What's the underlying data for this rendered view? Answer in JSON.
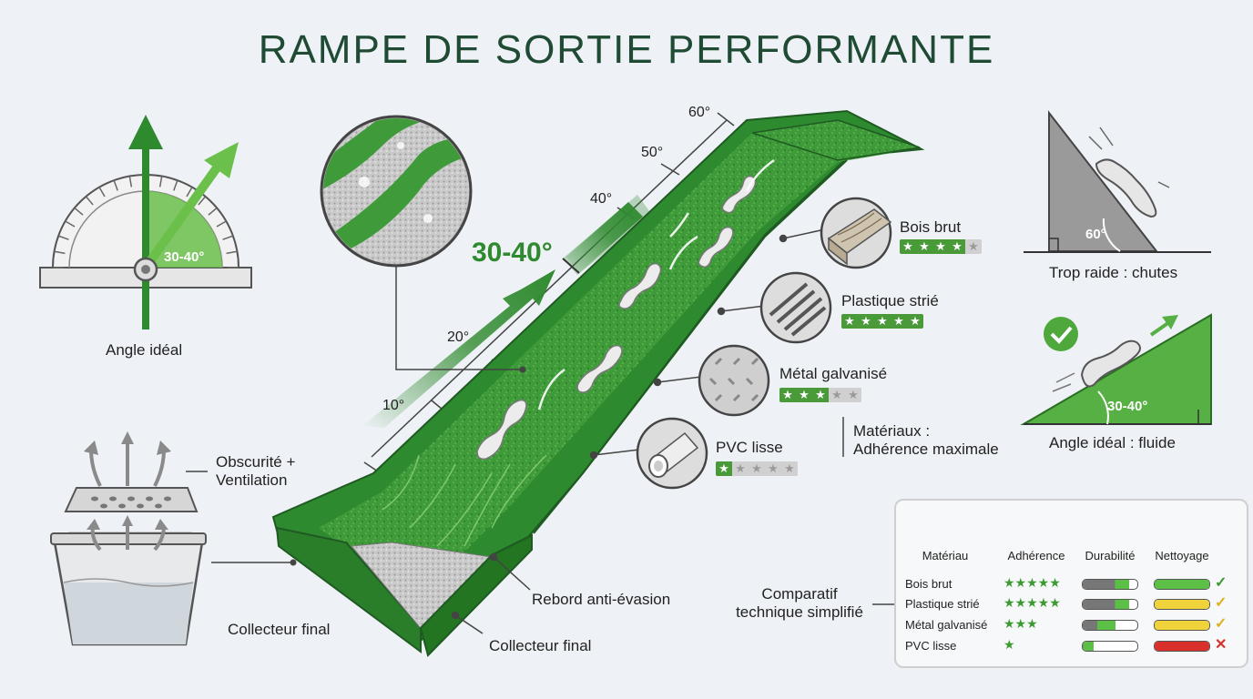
{
  "title": "RAMPE DE SORTIE PERFORMANTE",
  "colors": {
    "green": "#2f8a2f",
    "light_green": "#6bc04b",
    "dark_green": "#1f4a33",
    "gray": "#8a8a8a"
  },
  "protractor": {
    "value_label": "30-40°",
    "caption": "Angle idéal"
  },
  "ramp": {
    "main_angle": "30-40°",
    "scale_ticks": [
      "10°",
      "20°",
      "40°",
      "50°",
      "60°"
    ],
    "labels": {
      "ventilation": "Obscurité +\nVentilation",
      "collector_left": "Collecteur final",
      "rebord": "Rebord anti-évasion",
      "collector_bottom": "Collecteur final"
    }
  },
  "materials": {
    "items": [
      {
        "name": "Bois brut",
        "rating": 4,
        "icon": "wood-icon"
      },
      {
        "name": "Plastique strié",
        "rating": 5,
        "icon": "ribbed-plastic-icon"
      },
      {
        "name": "Métal galvanisé",
        "rating": 3,
        "icon": "diamond-plate-icon"
      },
      {
        "name": "PVC lisse",
        "rating": 1,
        "icon": "pipe-icon"
      }
    ],
    "max_rating": 5,
    "summary": "Matériaux :\nAdhérence maximale"
  },
  "angle_examples": {
    "steep": {
      "angle": "60°",
      "caption": "Trop raide : chutes"
    },
    "ideal": {
      "angle": "30-40°",
      "caption": "Angle idéal : fluide"
    }
  },
  "comparison": {
    "caption": "Comparatif\ntechnique simplifié",
    "headers": [
      "Matériau",
      "Adhérence",
      "Durabilité",
      "Nettoyage"
    ],
    "header_icons": [
      "gear-icon",
      "boot-icon",
      "shield-icon",
      "spray-bottle-icon"
    ],
    "rows": [
      {
        "material": "Bois brut",
        "adherence": "★★★★★",
        "durability": 0.85,
        "cleaning": "good",
        "cleaning_mark": "✓"
      },
      {
        "material": "Plastique strié",
        "adherence": "★★★★★",
        "durability": 0.85,
        "cleaning": "medium",
        "cleaning_mark": "✓"
      },
      {
        "material": "Métal galvanisé",
        "adherence": "★★★",
        "durability": 0.6,
        "cleaning": "medium",
        "cleaning_mark": "✓"
      },
      {
        "material": "PVC lisse",
        "adherence": "★",
        "durability": 0.2,
        "cleaning": "bad",
        "cleaning_mark": "✕"
      }
    ]
  }
}
